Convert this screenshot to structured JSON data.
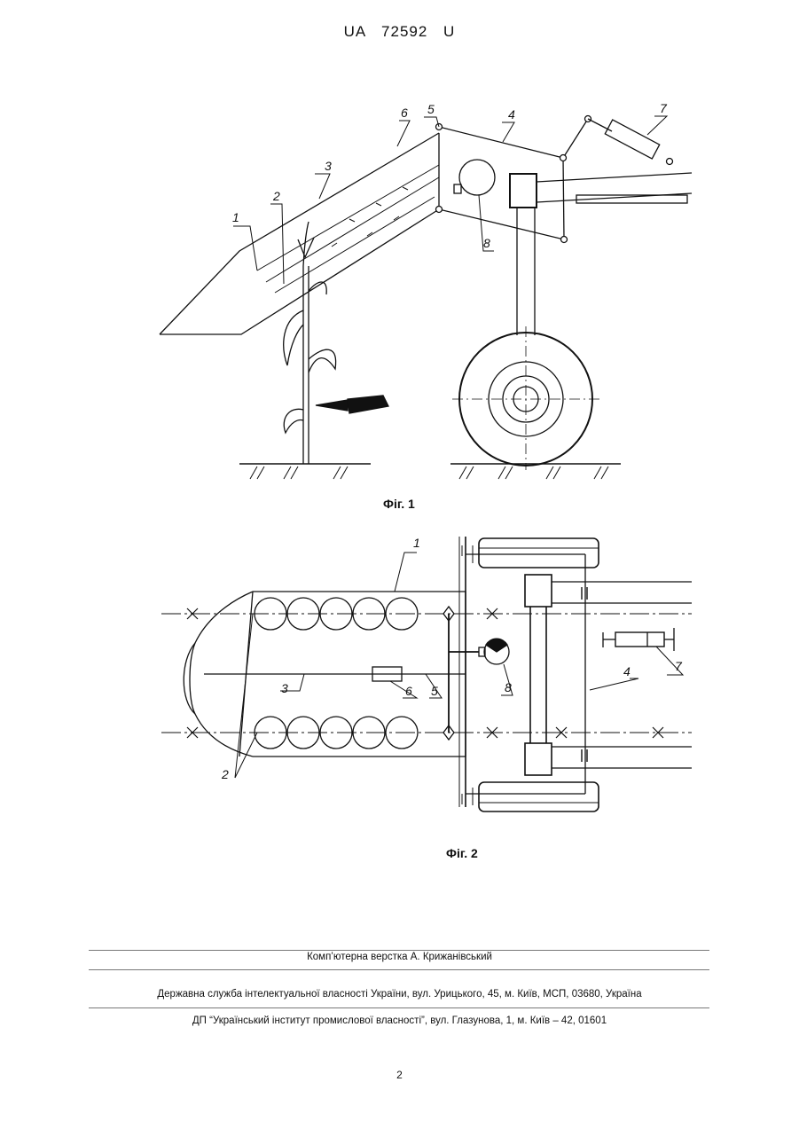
{
  "header": {
    "doc_id": "UA   72592   U"
  },
  "fig1": {
    "caption": "Фіг. 1",
    "labels": {
      "l1": "1",
      "l2": "2",
      "l3": "3",
      "l4": "4",
      "l5": "5",
      "l6": "6",
      "l7": "7",
      "l8": "8"
    }
  },
  "fig2": {
    "caption": "Фіг. 2",
    "labels": {
      "l1": "1",
      "l2": "2",
      "l3": "3",
      "l4": "4",
      "l5": "5",
      "l6": "6",
      "l7": "7",
      "l8": "8"
    }
  },
  "footer": {
    "layout_credit": "Комп’ютерна верстка А. Крижанівський",
    "agency": "Державна служба інтелектуальної власності України, вул. Урицького, 45, м. Київ, МСП, 03680, Україна",
    "institute": "ДП “Український інститут промислової власності”, вул. Глазунова, 1, м. Київ – 42, 01601"
  },
  "page_number": "2"
}
